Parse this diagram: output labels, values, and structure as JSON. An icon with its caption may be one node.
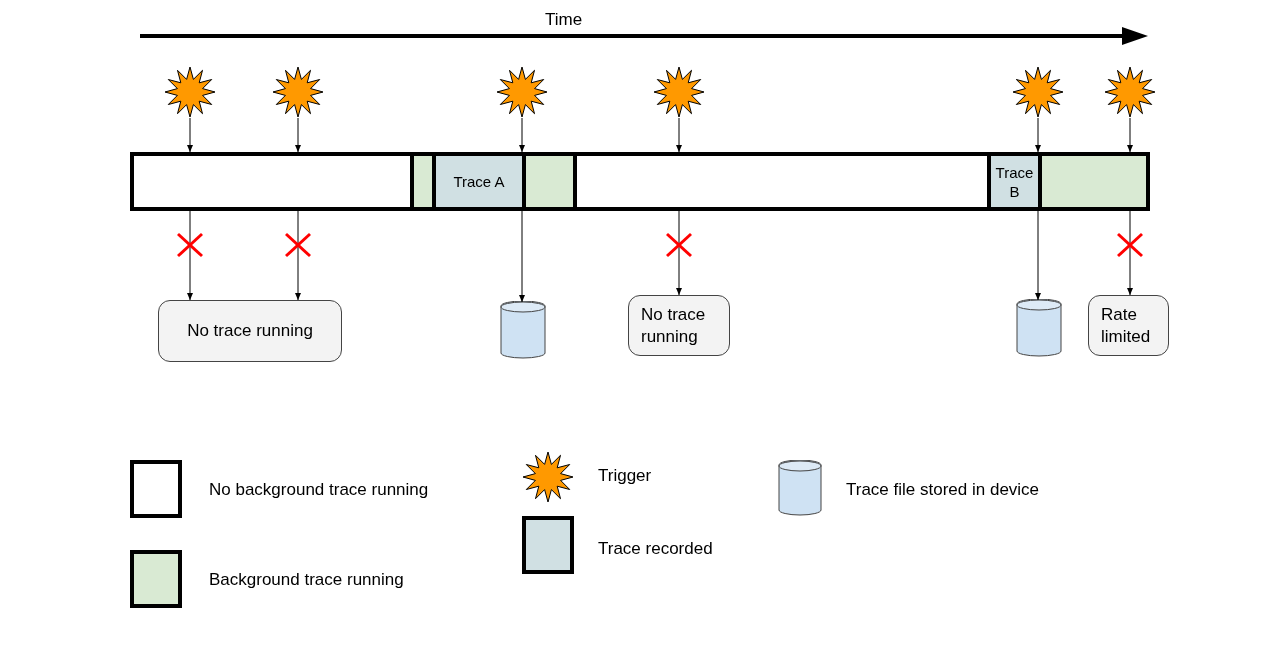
{
  "diagram": {
    "nodes": [
      {
        "text": [],
        "shape": "star"
      },
      {
        "text": [],
        "shape": "star"
      },
      {
        "text": [],
        "shape": "star"
      },
      {
        "text": [],
        "shape": "star"
      },
      {
        "text": [],
        "shape": "star"
      },
      {
        "text": [],
        "shape": "star"
      },
      {
        "text": [],
        "shape": "box"
      },
      {
        "text": [],
        "shape": "box"
      },
      {
        "text": [
          "Trace A"
        ]
      },
      {
        "text": [],
        "shape": "box"
      },
      {
        "text": [],
        "shape": "box"
      },
      {
        "text": [
          "Trace B"
        ]
      },
      {
        "text": [],
        "shape": "box"
      },
      {
        "text": [
          "No trace running"
        ]
      },
      {
        "text": [],
        "shape": "cylinder"
      },
      {
        "text": [
          "No trace running"
        ]
      },
      {
        "text": [],
        "shape": "cylinder"
      },
      {
        "text": [
          "Rate limited"
        ]
      }
    ],
    "edges": [
      {
        "from": 0,
        "to": 6,
        "arrow": "to"
      },
      {
        "from": 1,
        "to": 6,
        "arrow": "to"
      },
      {
        "from": 2,
        "to": 8,
        "arrow": "to"
      },
      {
        "from": 3,
        "to": 10,
        "arrow": "to"
      },
      {
        "from": 4,
        "to": 11,
        "arrow": "to"
      },
      {
        "from": 5,
        "to": 12,
        "arrow": "to"
      },
      {
        "from": 6,
        "to": 13,
        "arrow": "to"
      },
      {
        "from": 6,
        "to": 13,
        "arrow": "to"
      },
      {
        "from": 8,
        "to": 14,
        "arrow": "to"
      },
      {
        "from": 10,
        "to": 15,
        "arrow": "to"
      },
      {
        "from": 11,
        "to": 16,
        "arrow": "to"
      },
      {
        "from": 12,
        "to": 17,
        "arrow": "to"
      }
    ],
    "labels": [
      "Time"
    ],
    "legend": [
      {
        "text": "No background trace running",
        "color": "#ffffff"
      },
      {
        "text": "Background trace running",
        "color": "#d9ead3"
      },
      {
        "text": "Trigger"
      },
      {
        "text": "Trace recorded",
        "color": "#d0e0e3"
      },
      {
        "text": "Trace file stored in device"
      }
    ]
  }
}
